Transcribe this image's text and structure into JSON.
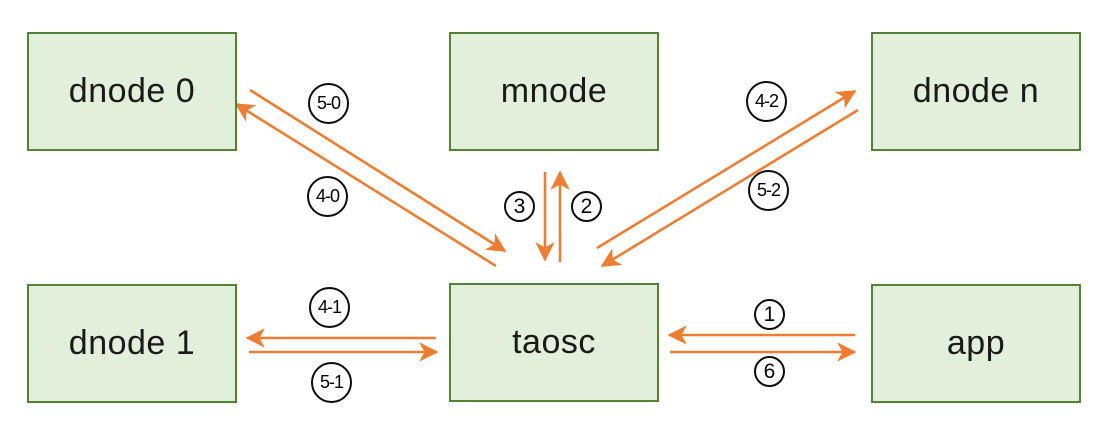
{
  "colors": {
    "arrow": "#ED7D31",
    "node_fill": "#E2EFDA",
    "node_border": "#548235",
    "label_text": "#000000"
  },
  "nodes": {
    "dnode0": {
      "label": "dnode 0"
    },
    "mnode": {
      "label": "mnode"
    },
    "dnoden": {
      "label": "dnode n"
    },
    "dnode1": {
      "label": "dnode 1"
    },
    "taosc": {
      "label": "taosc"
    },
    "app": {
      "label": "app"
    }
  },
  "edge_labels": {
    "e1": "1",
    "e2": "2",
    "e3": "3",
    "e6": "6",
    "e40": "4-0",
    "e50": "5-0",
    "e41": "4-1",
    "e51": "5-1",
    "e42": "4-2",
    "e52": "5-2"
  },
  "edges": [
    {
      "id": "1",
      "from": "app",
      "to": "taosc"
    },
    {
      "id": "2",
      "from": "taosc",
      "to": "mnode"
    },
    {
      "id": "3",
      "from": "mnode",
      "to": "taosc"
    },
    {
      "id": "4-0",
      "from": "taosc",
      "to": "dnode 0"
    },
    {
      "id": "5-0",
      "from": "dnode 0",
      "to": "taosc"
    },
    {
      "id": "4-1",
      "from": "taosc",
      "to": "dnode 1"
    },
    {
      "id": "5-1",
      "from": "dnode 1",
      "to": "taosc"
    },
    {
      "id": "4-2",
      "from": "taosc",
      "to": "dnode n"
    },
    {
      "id": "5-2",
      "from": "dnode n",
      "to": "taosc"
    },
    {
      "id": "6",
      "from": "taosc",
      "to": "app"
    }
  ]
}
